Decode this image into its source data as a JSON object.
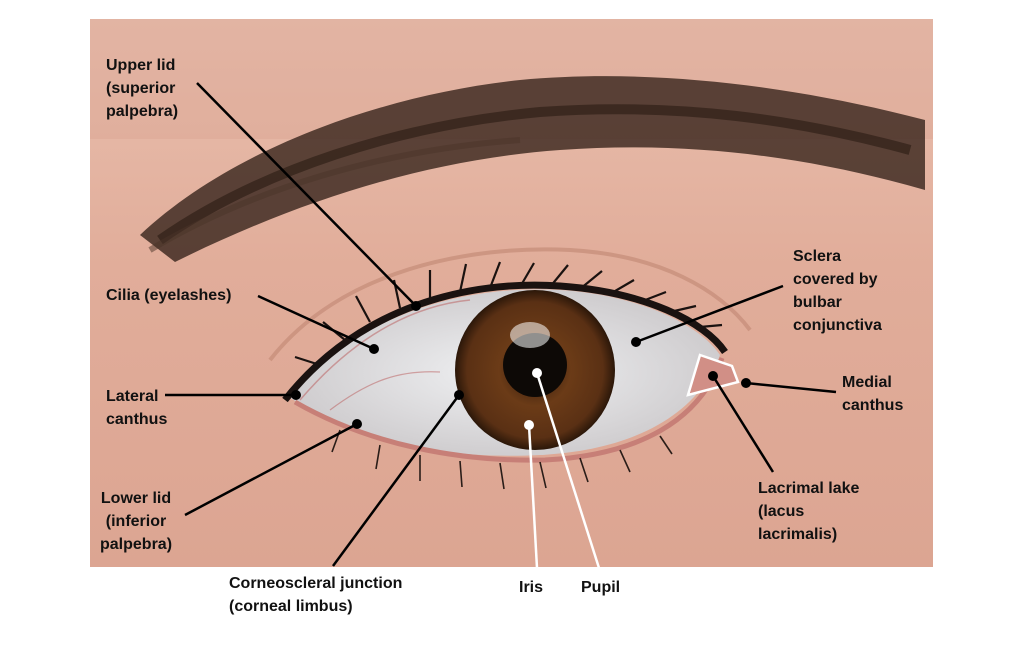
{
  "colors": {
    "skin_light": "#e7b9a8",
    "skin_mid": "#d19a86",
    "brow": "#3a271e",
    "iris": "#5a3216",
    "pupil": "#0d0906",
    "sclera": "#dfe4ea",
    "leader_dark": "#000000",
    "leader_light": "#ffffff"
  },
  "labels": {
    "upper_lid": [
      "Upper lid",
      "(superior",
      "palpebra)"
    ],
    "cilia": [
      "Cilia (eyelashes)"
    ],
    "lateral_canthus": [
      "Lateral",
      "canthus"
    ],
    "lower_lid": [
      "Lower lid",
      "(inferior",
      "palpebra)"
    ],
    "corneoscleral": [
      "Corneoscleral junction",
      "(corneal limbus)"
    ],
    "iris": [
      "Iris"
    ],
    "pupil": [
      "Pupil"
    ],
    "sclera": [
      "Sclera",
      "covered by",
      "bulbar",
      "conjunctiva"
    ],
    "medial_canthus": [
      "Medial",
      "canthus"
    ],
    "lacrimal_lake": [
      "Lacrimal lake",
      "(lacus",
      "lacrimalis)"
    ]
  }
}
